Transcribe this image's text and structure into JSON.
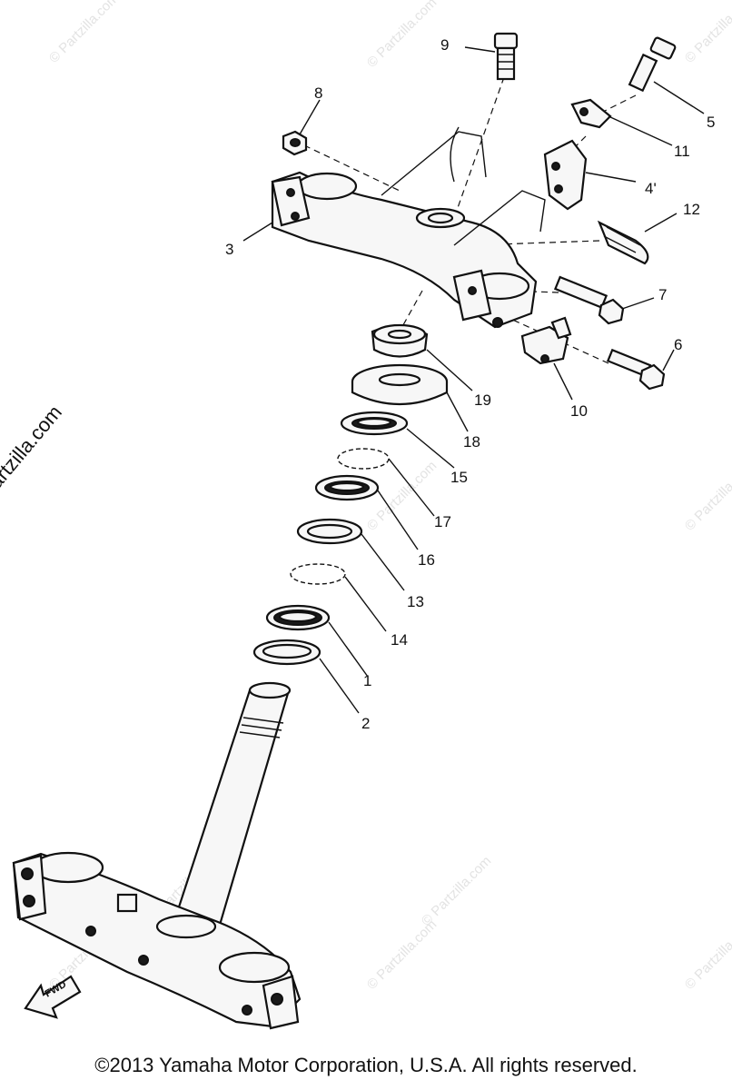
{
  "callouts": {
    "c9": "9",
    "c8": "8",
    "c5": "5",
    "c11": "11",
    "c4": "4'",
    "c12": "12",
    "c3": "3",
    "c7": "7",
    "c6": "6",
    "c10": "10",
    "c19": "19",
    "c18": "18",
    "c15": "15",
    "c17": "17",
    "c16": "16",
    "c13": "13",
    "c14": "14",
    "c1": "1",
    "c2": "2"
  },
  "watermark": "© Partzilla.com",
  "fwd_label": "FWD",
  "copyright": "©2013  Yamaha Motor Corporation, U.S.A. All rights reserved."
}
